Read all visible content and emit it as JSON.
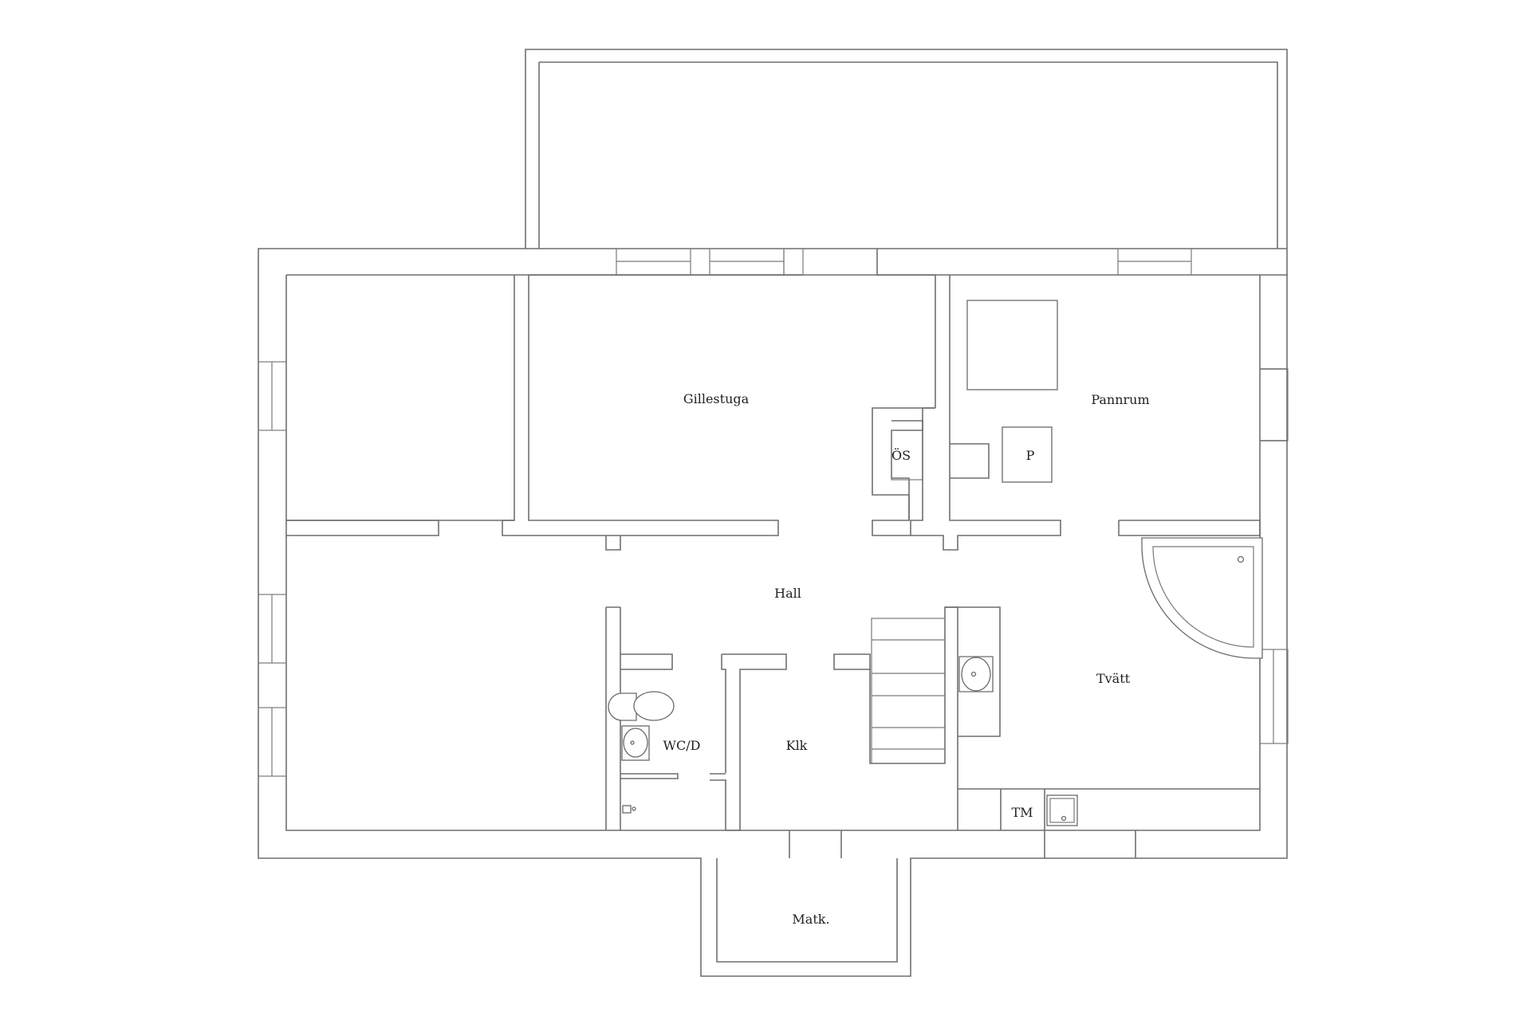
{
  "rooms": {
    "gillestuga": "Gillestuga",
    "pannrum": "Pannrum",
    "os": "ÖS",
    "p": "P",
    "hall": "Hall",
    "tvatt": "Tvätt",
    "wcd": "WC/D",
    "klk": "Klk",
    "tm": "TM",
    "matk": "Matk."
  },
  "colors": {
    "wall": "#6f6f6f",
    "text": "#222222",
    "background": "#ffffff"
  }
}
